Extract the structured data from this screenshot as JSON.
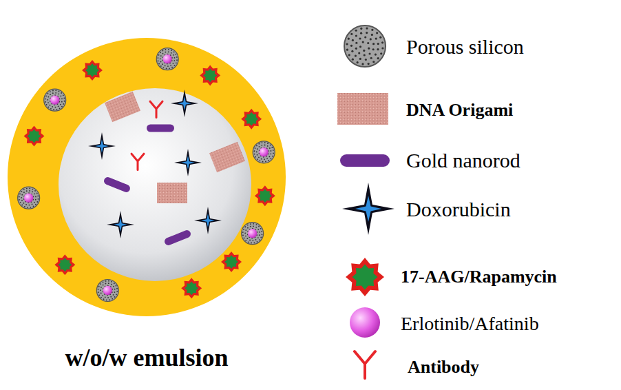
{
  "diagram": {
    "caption": "w/o/w emulsion",
    "legend": [
      {
        "text": "Porous silicon"
      },
      {
        "text": "DNA Origami"
      },
      {
        "text": "Gold nanorod"
      },
      {
        "text": "Doxorubicin"
      },
      {
        "text": "17-AAG/Rapamycin"
      },
      {
        "text": "Erlotinib/Afatinib"
      },
      {
        "text": "Antibody"
      }
    ]
  }
}
